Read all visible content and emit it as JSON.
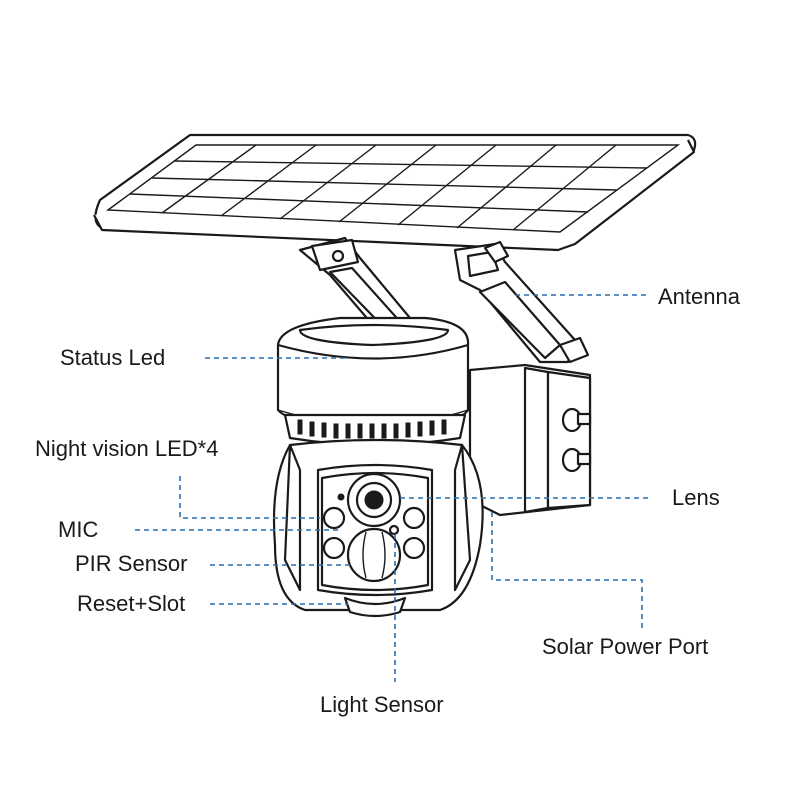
{
  "labels": {
    "antenna": "Antenna",
    "status_led": "Status Led",
    "night_vision": "Night vision LED*4",
    "lens": "Lens",
    "mic": "MIC",
    "pir_sensor": "PIR Sensor",
    "reset_slot": "Reset+Slot",
    "solar_power_port": "Solar Power Port",
    "light_sensor": "Light Sensor"
  },
  "colors": {
    "leader_line": "#2a6fb0",
    "line_art": "#1a1a1a"
  }
}
